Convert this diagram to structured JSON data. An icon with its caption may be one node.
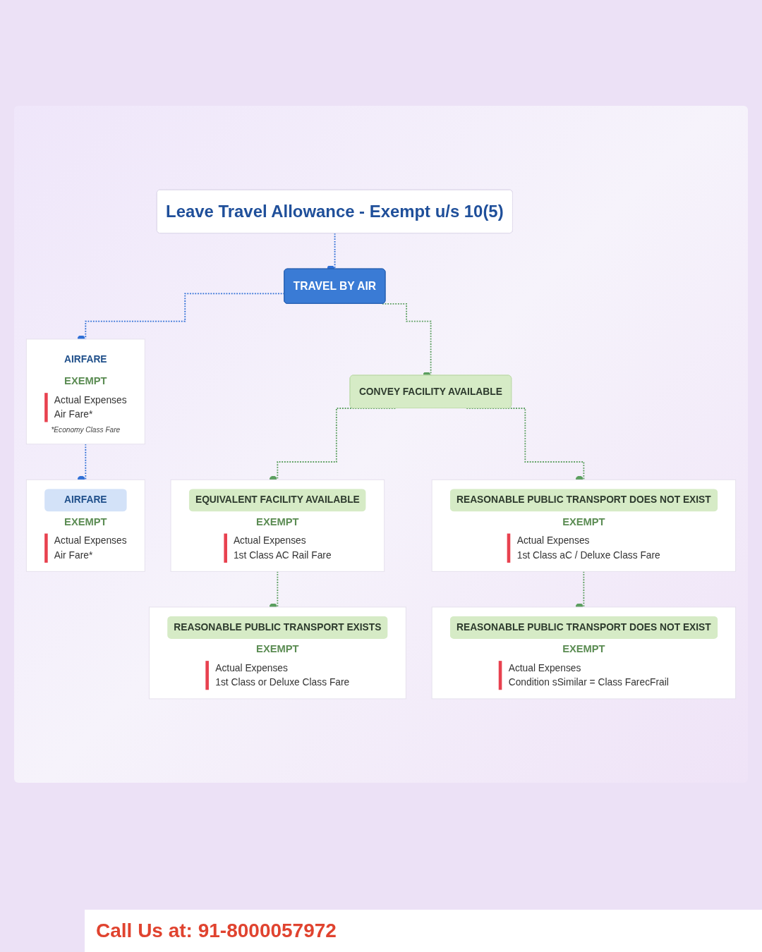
{
  "diagram": {
    "nodes": [
      {
        "text": [
          "Leave Travel Allowance - Exempt u/s 10(5)"
        ]
      },
      {
        "text": [
          "TRAVEL BY AIR"
        ]
      },
      {
        "text": [
          "AIRFARE",
          "EXEMPT",
          "Actual Expenses",
          "Air Fare*",
          "*Economy Class Fare"
        ]
      },
      {
        "text": [
          "CONVEY FACILITY AVAILABLE"
        ]
      },
      {
        "text": [
          "EQUIVALENT FACILITY AVAILABLE",
          "EXEMPT",
          "Actual Expenses",
          "1st Class AC Rail Fare"
        ]
      },
      {
        "text": [
          "REASONABLE PUBLIC TRANSPORT DOES NOT EXIST",
          "EXEMPT",
          "Actual Expenses",
          "1st Class aC / Deluxe Class Fare"
        ]
      },
      {
        "text": [
          "AIRFARE",
          "EXEMPT",
          "Actual Expenses",
          "Air Fare*"
        ]
      },
      {
        "text": [
          "REASONABLE PUBLIC TRANSPORT EXISTS",
          "EXEMPT",
          "Actual Expenses",
          "1st Class or Deluxe Class Fare"
        ]
      },
      {
        "text": [
          "REASONABLE PUBLIC TRANSPORT DOES NOT EXIST",
          "EXEMPT",
          "Actual Expenses",
          "Condition sSimilar = Class FarecFrail"
        ]
      }
    ],
    "edges": [
      {
        "from": 0,
        "to": 1,
        "arrow": "other",
        "style": "dashed",
        "color": "#2f6fd6"
      },
      {
        "from": 1,
        "to": 2,
        "arrow": "other",
        "style": "dashed",
        "color": "#2f6fd6"
      },
      {
        "from": 1,
        "to": 3,
        "arrow": "other",
        "style": "dashed",
        "color": "#5a9e5e"
      },
      {
        "from": 2,
        "to": 6,
        "arrow": "other",
        "style": "dashed",
        "color": "#2f6fd6"
      },
      {
        "from": 3,
        "to": 4,
        "arrow": "other",
        "style": "dashed",
        "color": "#5a9e5e"
      },
      {
        "from": 3,
        "to": 5,
        "arrow": "other",
        "style": "dashed",
        "color": "#5a9e5e"
      },
      {
        "from": 4,
        "to": 7,
        "arrow": "other",
        "style": "dashed",
        "color": "#5a9e5e"
      },
      {
        "from": 5,
        "to": 8,
        "arrow": "other",
        "style": "dashed",
        "color": "#5a9e5e"
      }
    ],
    "labels": [
      "Call Us at: 91-8000057972"
    ]
  }
}
